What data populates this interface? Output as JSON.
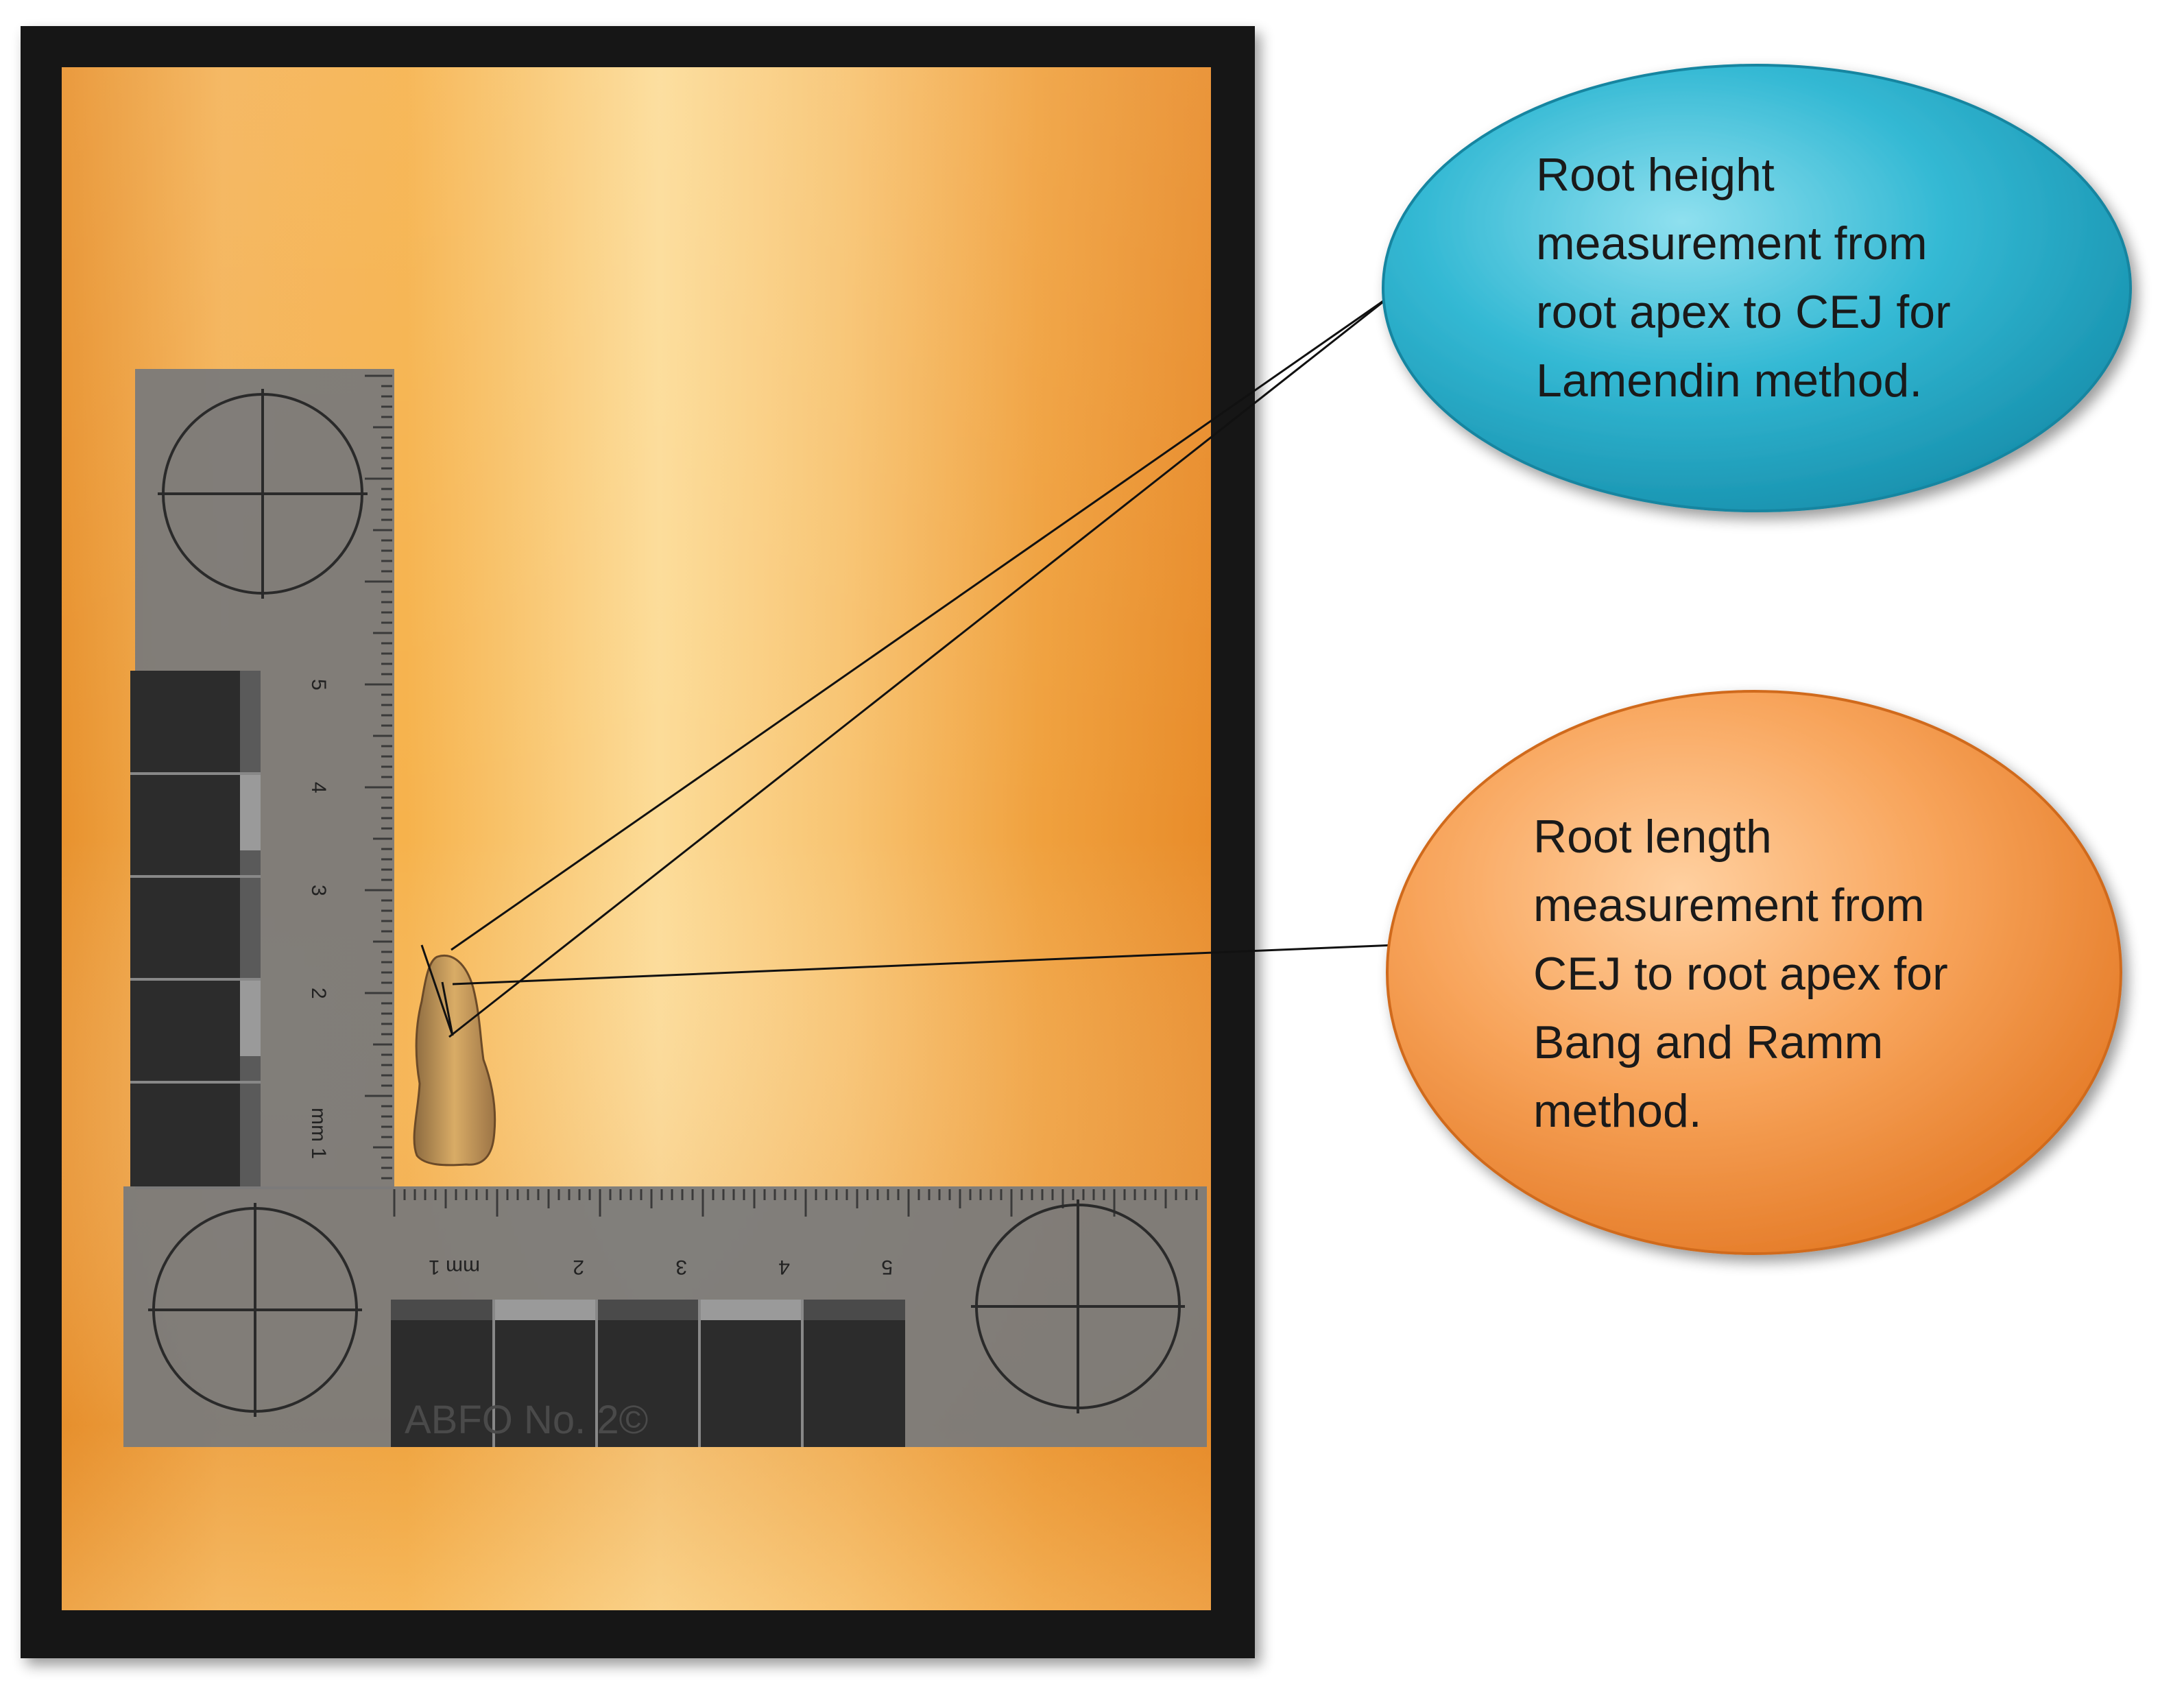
{
  "colors": {
    "frame": "#141414",
    "lightbox_edge": "#e8922e",
    "lightbox_center": "#fcdc98",
    "scale_gray": "#7a7a7a",
    "scale_dark": "#2a2a2a",
    "blue_callout": "#1aa6c4",
    "orange_callout": "#f08a36",
    "tooth": "#c9954e"
  },
  "icons": [
    "crosshair-target-icon"
  ],
  "scale": {
    "brand_text": "ABFO No. 2©",
    "vertical_ticks": [
      "mm 1",
      "2",
      "3",
      "4",
      "5"
    ],
    "horizontal_ticks": [
      "mm 1",
      "2",
      "3",
      "4",
      "5"
    ]
  },
  "callouts": {
    "root_height": {
      "lines": [
        "Root height",
        "measurement from",
        "root apex to CEJ for",
        "Lamendin method."
      ]
    },
    "root_length": {
      "lines": [
        "Root length",
        "measurement from",
        "CEJ to root apex for",
        "Bang and Ramm",
        "method."
      ]
    }
  }
}
